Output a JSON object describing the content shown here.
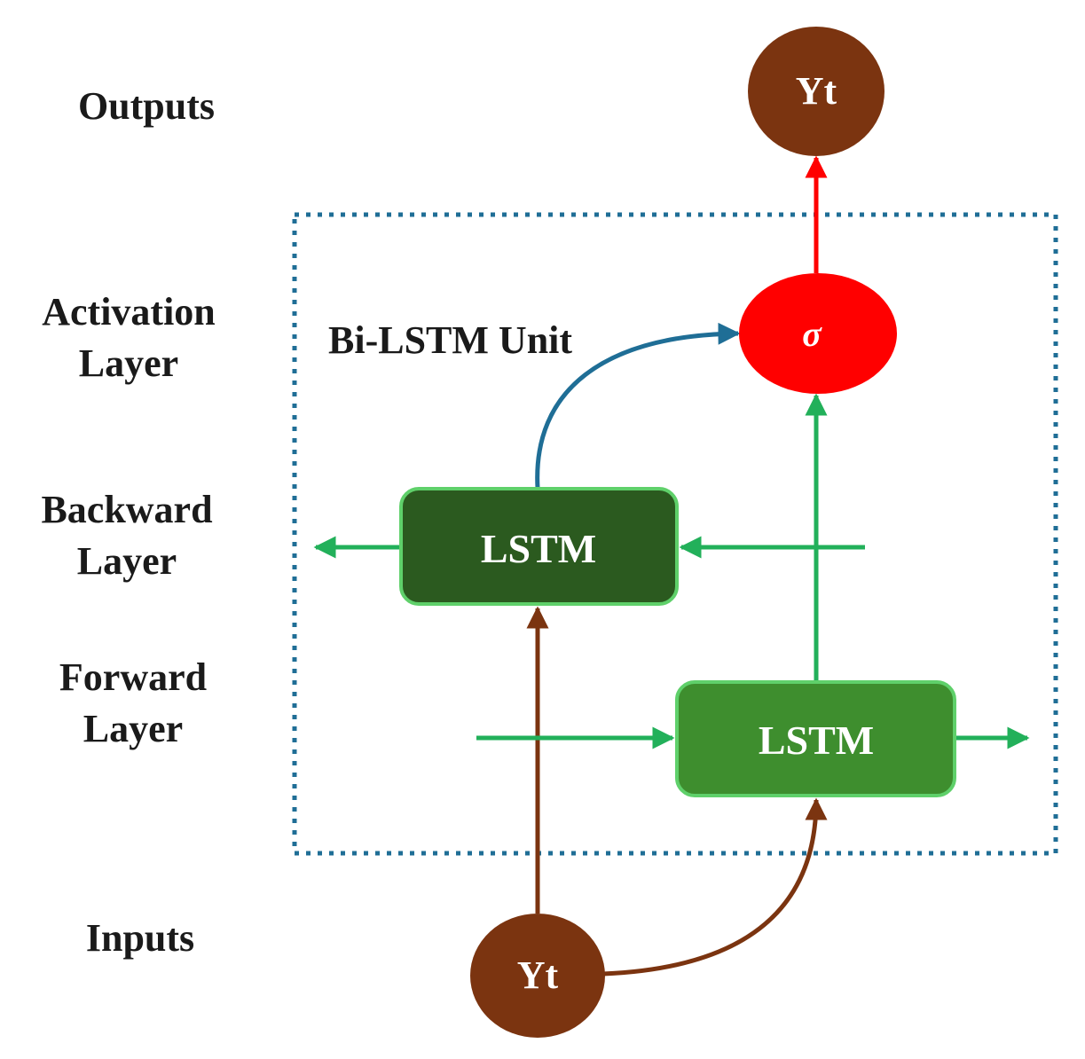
{
  "labels": {
    "outputs": "Outputs",
    "activation_line1": "Activation",
    "activation_line2": "Layer",
    "backward_line1": "Backward",
    "backward_line2": "Layer",
    "forward_line1": "Forward",
    "forward_line2": "Layer",
    "inputs": "Inputs"
  },
  "unit_title": "Bi-LSTM Unit",
  "nodes": {
    "output": "Yt",
    "input": "Yt",
    "activation": "σ",
    "backward_lstm": "LSTM",
    "forward_lstm": "LSTM"
  },
  "colors": {
    "brown": "#7b3410",
    "red": "#ff0000",
    "dark_green": "#2b5a1f",
    "green_box": "#3e8e2e",
    "green_arrow": "#22b05a",
    "blue_arrow": "#1f6e96",
    "dotted_border": "#1f6e96"
  }
}
